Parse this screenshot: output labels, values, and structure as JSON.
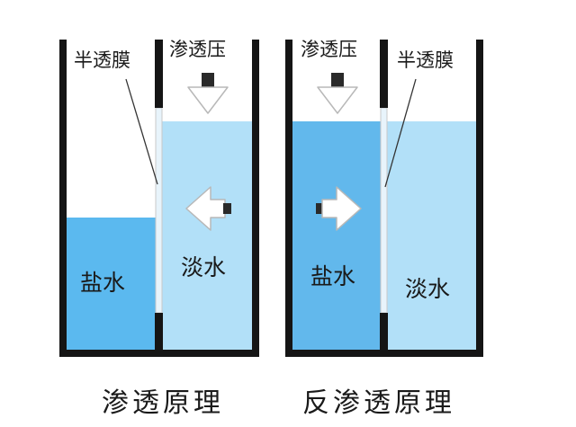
{
  "left_panel": {
    "membrane_label": "半透膜",
    "pressure_label": "渗透压",
    "salt_label": "盐水",
    "fresh_label": "淡水",
    "caption": "渗透原理"
  },
  "right_panel": {
    "membrane_label": "半透膜",
    "pressure_label": "渗透压",
    "salt_label": "盐水",
    "fresh_label": "淡水",
    "caption": "反渗透原理"
  },
  "colors": {
    "salt_water": "#5bb9ef",
    "fresh_water": "#b2e0f8",
    "salt_water_pressurized": "#62b8ec",
    "wall": "#151515",
    "arrow_fill": "#ffffff",
    "arrow_stroke": "#b8b8b8"
  }
}
